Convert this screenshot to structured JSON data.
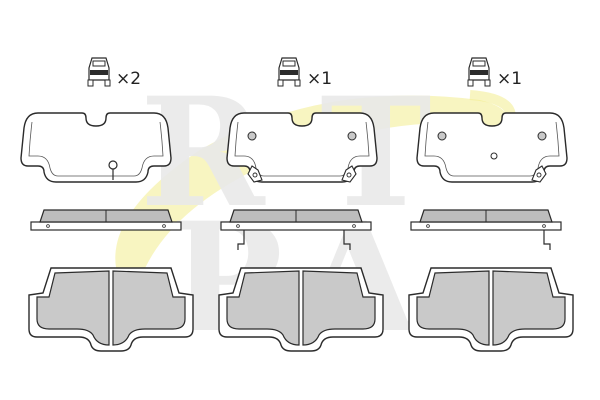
{
  "watermark": {
    "letters": [
      "R",
      "T",
      "P",
      "A"
    ],
    "colors": {
      "letters": "#e9e9e9",
      "swoosh": "#f2ec8e"
    }
  },
  "kits": [
    {
      "label": "×2"
    },
    {
      "label": "×1"
    },
    {
      "label": "×1"
    }
  ],
  "colors": {
    "outline": "#2b2b2b",
    "backing_plate": "#ffffff",
    "friction_material": "#c9c9c9",
    "side_strip": "#bdbdbd"
  }
}
